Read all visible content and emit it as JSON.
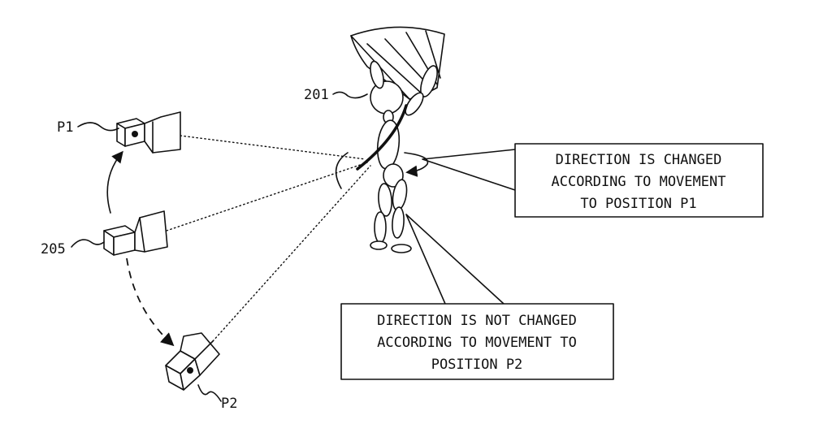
{
  "labels": {
    "player_ref": "201",
    "camera_ref": "205",
    "p1": "P1",
    "p2": "P2"
  },
  "callouts": {
    "changed": {
      "line1": "DIRECTION IS CHANGED",
      "line2": "ACCORDING TO MOVEMENT",
      "line3": "TO POSITION P1"
    },
    "not_changed": {
      "line1": "DIRECTION IS NOT CHANGED",
      "line2": "ACCORDING TO MOVEMENT TO",
      "line3": "POSITION P2"
    }
  }
}
